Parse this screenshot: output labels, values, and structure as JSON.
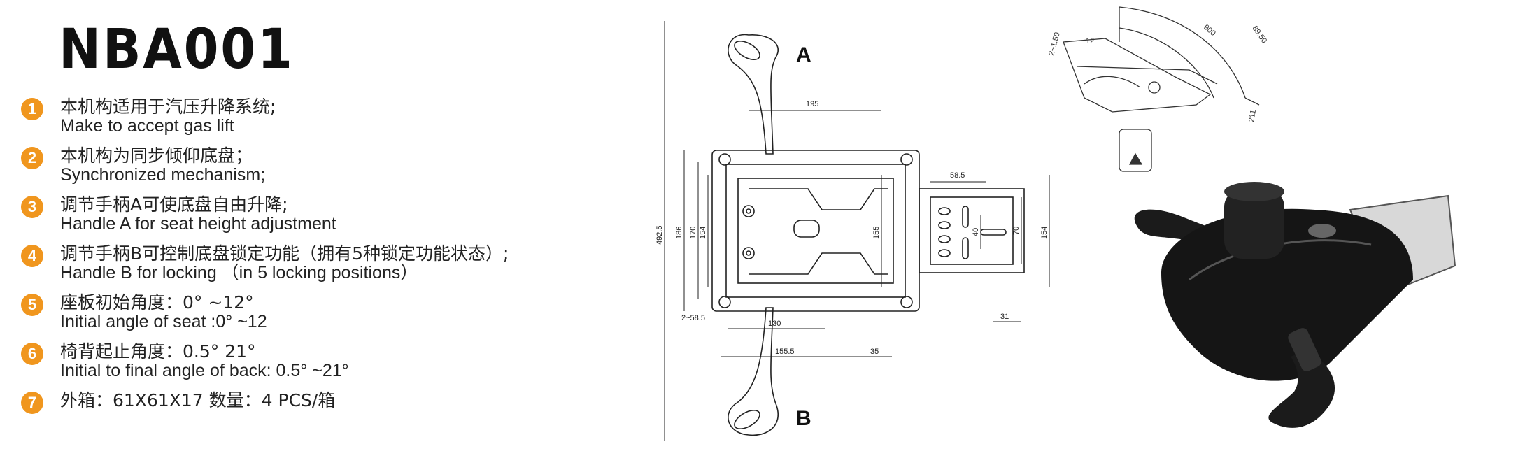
{
  "title": "NBA001",
  "specs": [
    {
      "num": "1",
      "cn": "本机构适用于汽压升降系统;",
      "en": "Make to accept gas lift"
    },
    {
      "num": "2",
      "cn": "本机构为同步倾仰底盘；",
      "en": "Synchronized mechanism;"
    },
    {
      "num": "3",
      "cn": "调节手柄A可使底盘自由升降;",
      "en": "Handle A for seat height adjustment"
    },
    {
      "num": "4",
      "cn": "调节手柄B可控制底盘锁定功能（拥有5种锁定功能状态）;",
      "en": "Handle B for locking （in 5 locking positions）"
    },
    {
      "num": "5",
      "cn": "座板初始角度：0°  ~12°",
      "en": "Initial angle of seat :0°  ~12"
    },
    {
      "num": "6",
      "cn": "椅背起止角度：0.5°  21°",
      "en": "Initial to final angle of back: 0.5°  ~21°"
    },
    {
      "num": "7",
      "cn": "外箱：61X61X17 数量：4 PCS/箱",
      "en": ""
    }
  ],
  "drawing": {
    "handle_a": "A",
    "handle_b": "B",
    "dims": {
      "d195": "195",
      "d4925": "492.5",
      "d186": "186",
      "d170": "170",
      "d154a": "154",
      "d155": "155",
      "d585": "58.5",
      "d40": "40",
      "d70": "70",
      "d154b": "154",
      "d31": "31",
      "d2585": "2~58.5",
      "d130": "130",
      "d1555": "155.5",
      "d35": "35"
    }
  },
  "tilt_view": {
    "d900": "900",
    "d8950": "89.50",
    "d211": "211",
    "d150": "2~1.50",
    "d12": "12"
  }
}
